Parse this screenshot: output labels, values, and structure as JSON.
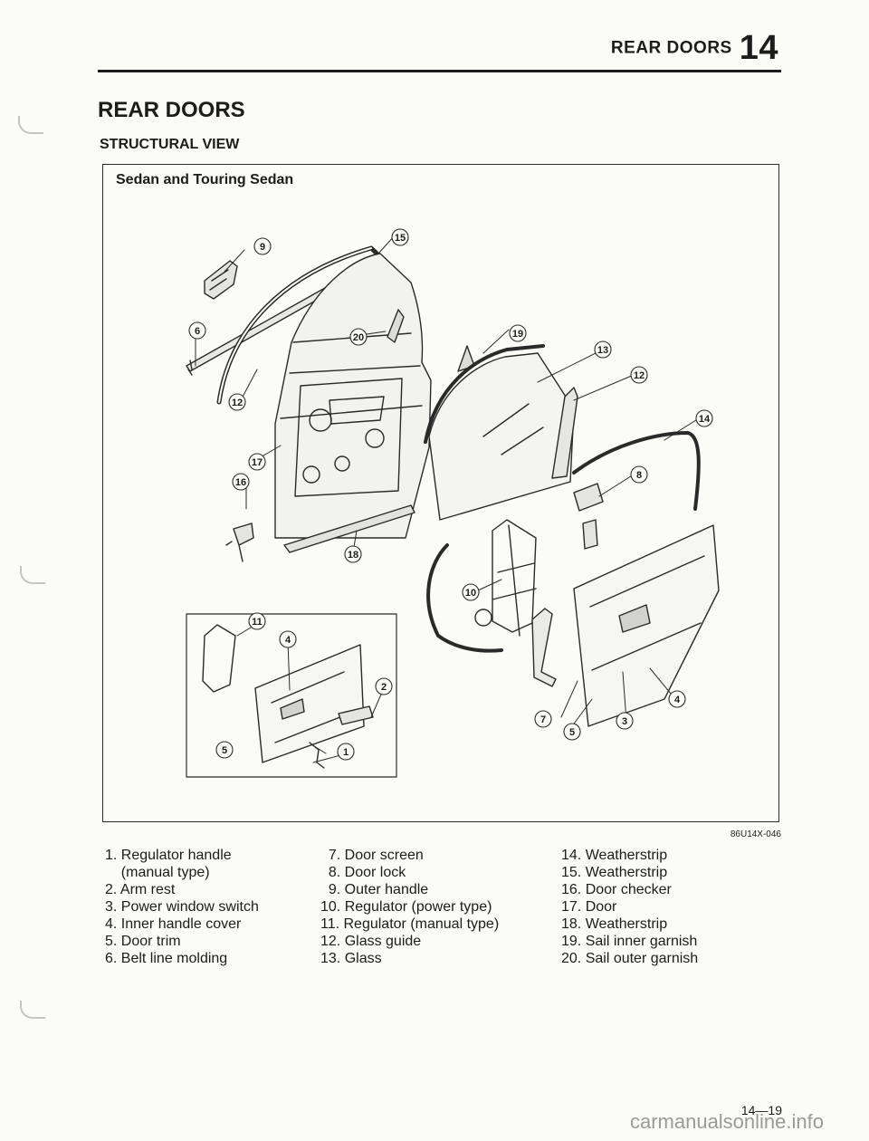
{
  "header": {
    "running_title": "REAR DOORS",
    "chapter_number": "14"
  },
  "section": {
    "title": "REAR DOORS",
    "subtitle": "STRUCTURAL VIEW"
  },
  "figure": {
    "caption": "Sedan and Touring Sedan",
    "code": "86U14X-046",
    "callouts": [
      "1",
      "2",
      "3",
      "4",
      "5",
      "6",
      "7",
      "8",
      "9",
      "10",
      "11",
      "12",
      "13",
      "14",
      "15",
      "16",
      "17",
      "18",
      "19",
      "20"
    ]
  },
  "legend": {
    "column1": [
      "1. Regulator handle",
      "    (manual type)",
      "2. Arm rest",
      "3. Power window switch",
      "4. Inner handle cover",
      "5. Door trim",
      "6. Belt line molding"
    ],
    "column2": [
      "  7. Door screen",
      "  8. Door lock",
      "  9. Outer handle",
      "10. Regulator (power type)",
      "11. Regulator (manual type)",
      "12. Glass guide",
      "13. Glass"
    ],
    "column3": [
      "14. Weatherstrip",
      "15. Weatherstrip",
      "16. Door checker",
      "17. Door",
      "18. Weatherstrip",
      "19. Sail inner garnish",
      "20. Sail outer garnish"
    ]
  },
  "footer": {
    "page_number": "14—19",
    "watermark": "carmanualsonline.info"
  }
}
